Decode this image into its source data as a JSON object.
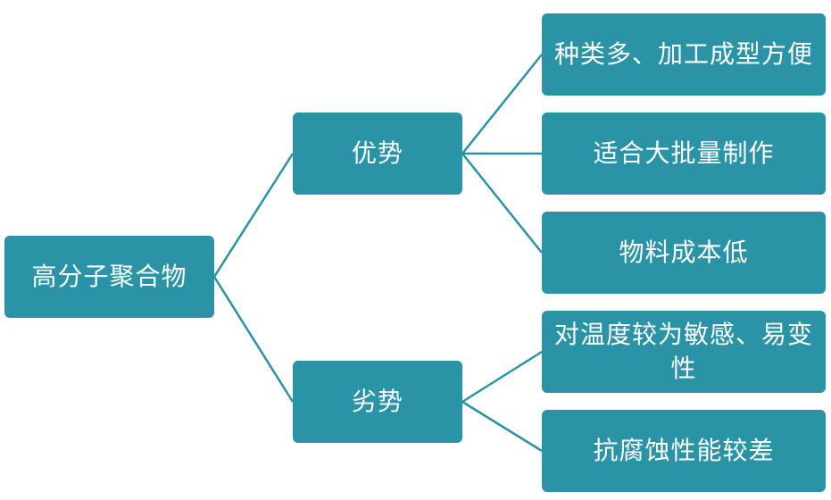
{
  "diagram": {
    "root": {
      "label": "高分子聚合物"
    },
    "branches": [
      {
        "label": "优势",
        "children": [
          "种类多、加工成型方便",
          "适合大批量制作",
          "物料成本低"
        ]
      },
      {
        "label": "劣势",
        "children": [
          "对温度较为敏感、易变性",
          "抗腐蚀性能较差"
        ]
      }
    ]
  },
  "colors": {
    "node_fill": "#2a93a6",
    "node_text": "#ffffff",
    "connector": "#2a93a6"
  }
}
